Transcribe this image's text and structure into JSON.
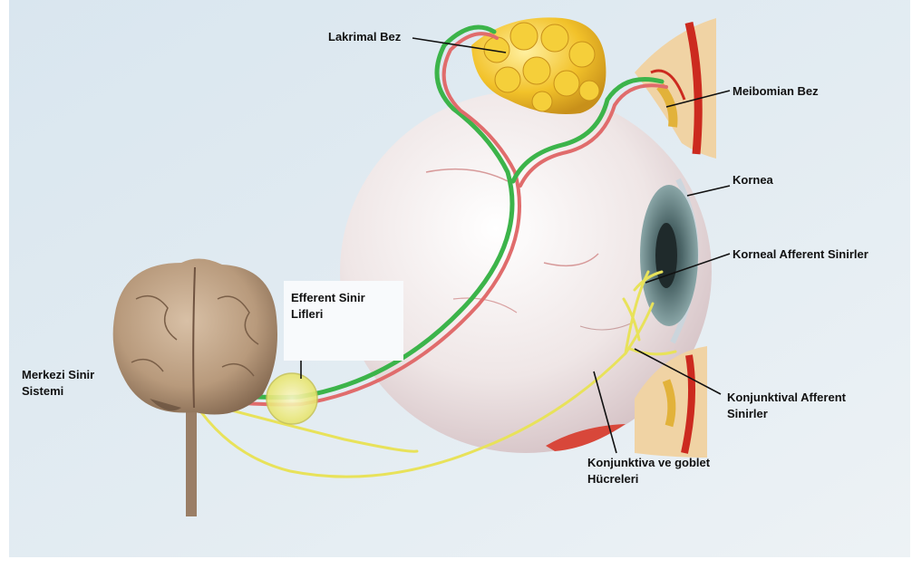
{
  "labels": {
    "lacrimal": "Lakrimal Bez",
    "meibomian": "Meibomian Bez",
    "cornea": "Kornea",
    "corneal_afferent": "Korneal Afferent Sinirler",
    "efferent_line1": "Efferent Sinir",
    "efferent_line2": "Lifleri",
    "cns_line1": "Merkezi Sinir",
    "cns_line2": "Sistemi",
    "conj_afferent_line1": "Konjunktival Afferent",
    "conj_afferent_line2": "Sinirler",
    "conj_goblet_line1": "Konjunktiva ve goblet",
    "conj_goblet_line2": "Hücreleri"
  },
  "colors": {
    "background": "#dde8f0",
    "efferent_green": "#3cb44a",
    "efferent_red": "#e06c6c",
    "afferent_yellow": "#e8e25a",
    "gland_yellow": "#f2c22a",
    "eyelid_skin": "#f0d3a4",
    "eyelid_red": "#cc2a1f",
    "iris": "#6f8f92",
    "brain": "#b89a7c"
  }
}
